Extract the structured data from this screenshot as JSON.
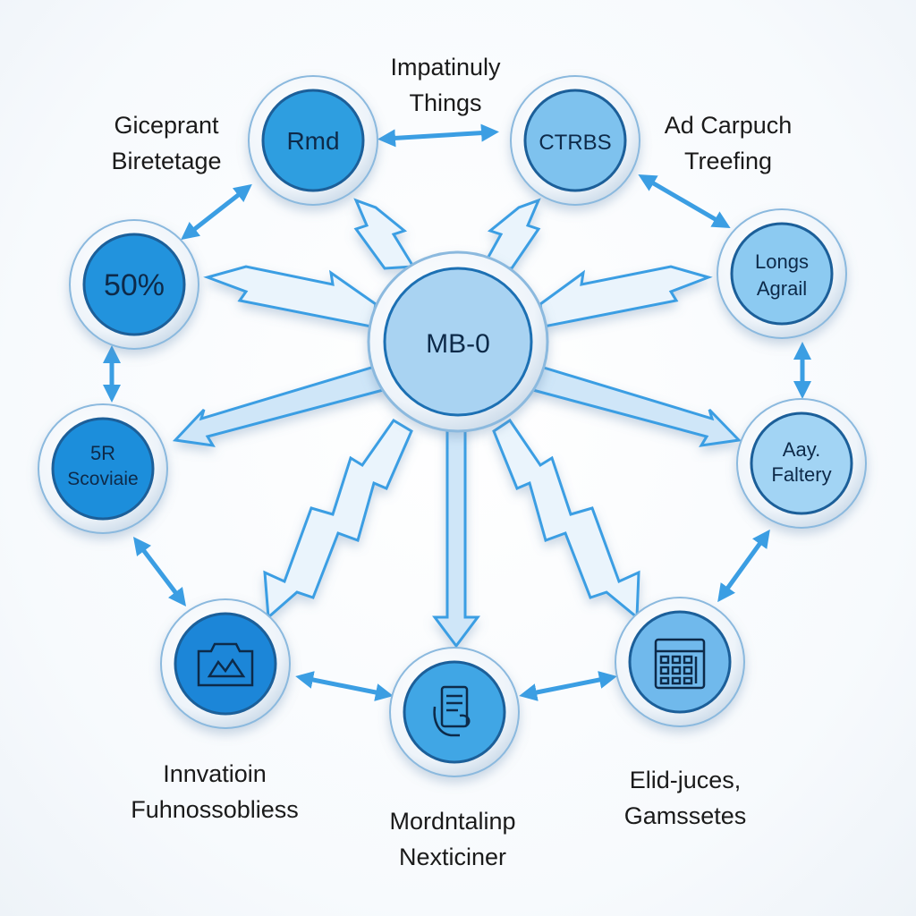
{
  "center": {
    "text": "MB-0",
    "color": "#a9d3f2"
  },
  "nodes": {
    "rmd": {
      "text": "Rmd",
      "fill": "#2f9ee0"
    },
    "ctrbs": {
      "text": "CTRBS",
      "fill": "#7ec2ee"
    },
    "longs": {
      "line1": "Longs",
      "line2": "Agrail",
      "fill": "#8ccaf1"
    },
    "aay": {
      "line1": "Aay.",
      "line2": "Faltery",
      "fill": "#a2d4f4"
    },
    "gamsetes": {
      "icon": "control-panel-icon",
      "fill": "#6fb9ec"
    },
    "nexticiner": {
      "icon": "document-hand-icon",
      "fill": "#3fa6e5"
    },
    "innovation": {
      "icon": "camera-icon",
      "fill": "#1a86d8"
    },
    "scoviaie": {
      "line1": "5R",
      "line2": "Scoviaie",
      "fill": "#1f8edb"
    },
    "fifty": {
      "text": "50%",
      "fill": "#2493dd"
    }
  },
  "labels": {
    "top": {
      "line1": "Impatinuly",
      "line2": "Things"
    },
    "top_left": {
      "line1": "Gicepr​ant",
      "line2": "Biretetage"
    },
    "top_right": {
      "line1": "Ad Carpuch",
      "line2": "Treefing"
    },
    "bottom_left": {
      "line1": "Innvatioin",
      "line2": "Fuhnossobliess"
    },
    "bottom": {
      "line1": "Mordntalinp",
      "line2": "Nexticiner"
    },
    "bottom_right": {
      "line1": "Elid-juces,",
      "line2": "Gamssetes"
    }
  },
  "colors": {
    "ring": "#ffffff",
    "ring_edge": "#1f6fb3",
    "arrow": "#3b9ee3",
    "arrow_light": "#e3f1fb"
  }
}
